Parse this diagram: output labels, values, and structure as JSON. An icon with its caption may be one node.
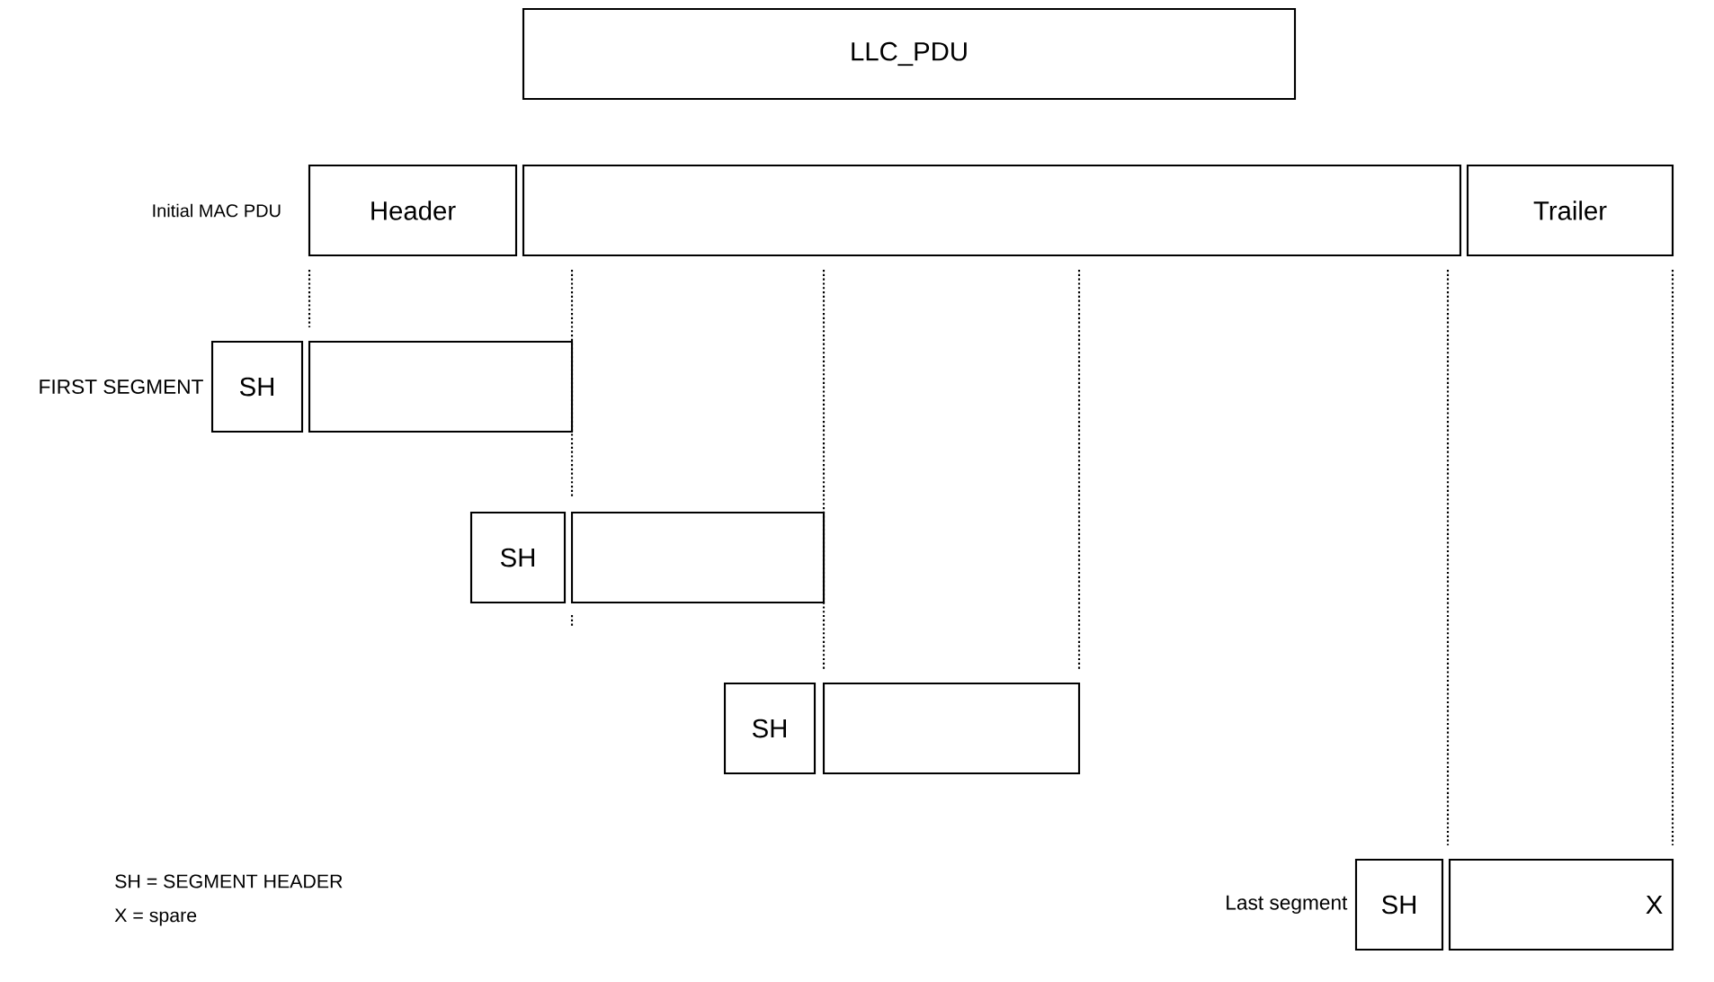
{
  "diagram": {
    "nodes": [
      {
        "text": [
          "LLC_PDU"
        ]
      },
      {
        "text": [
          "Header"
        ],
        "beside": [
          "Initial MAC PDU"
        ]
      },
      {
        "text": [],
        "shape": "box"
      },
      {
        "text": [
          "Trailer"
        ]
      },
      {
        "text": [
          "SH"
        ],
        "beside": [
          "FIRST SEGMENT"
        ]
      },
      {
        "text": [],
        "shape": "box"
      },
      {
        "text": [
          "SH"
        ]
      },
      {
        "text": [],
        "shape": "box"
      },
      {
        "text": [
          "SH"
        ]
      },
      {
        "text": [],
        "shape": "box"
      },
      {
        "text": [
          "SH"
        ],
        "beside": [
          "Last segment"
        ]
      },
      {
        "text": [
          "X"
        ]
      }
    ],
    "edges": [],
    "labels": [
      "SH = SEGMENT HEADER",
      "X = spare"
    ]
  }
}
